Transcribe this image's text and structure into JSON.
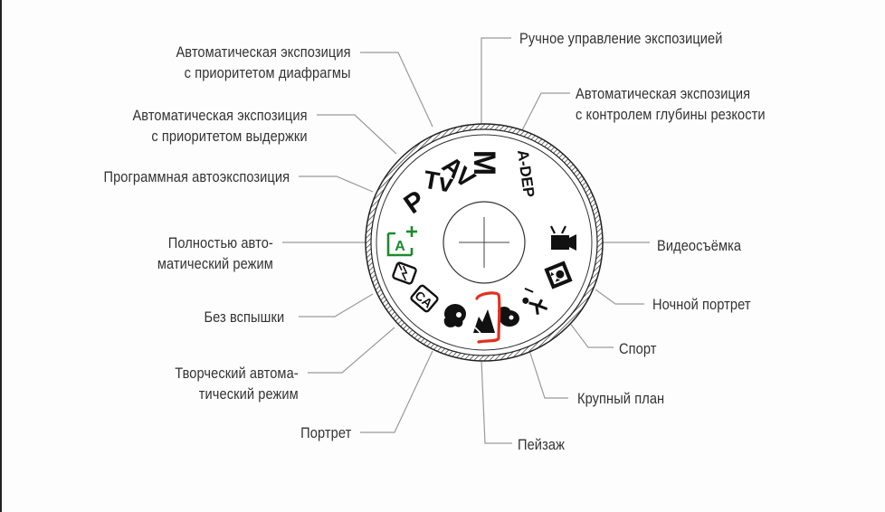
{
  "diagram": {
    "title": "Camera mode dial",
    "accent_colors": {
      "auto_mode_green": "#1e8a2e",
      "annotation_red": "#e0321e",
      "text": "#333333",
      "leader_line": "#9a9a9a"
    },
    "dial": {
      "modes": [
        {
          "id": "M",
          "glyph": "M"
        },
        {
          "id": "Av",
          "glyph": "AV"
        },
        {
          "id": "Tv",
          "glyph": "Tv"
        },
        {
          "id": "P",
          "glyph": "P"
        },
        {
          "id": "A-DEP",
          "glyph": "A-DEP"
        },
        {
          "id": "full-auto",
          "glyph": "A+"
        },
        {
          "id": "flash-off",
          "glyph": "flash-off-icon"
        },
        {
          "id": "creative-auto",
          "glyph": "CA"
        },
        {
          "id": "portrait",
          "glyph": "portrait-icon"
        },
        {
          "id": "landscape",
          "glyph": "landscape-icon"
        },
        {
          "id": "close-up",
          "glyph": "flower-icon"
        },
        {
          "id": "sports",
          "glyph": "runner-icon"
        },
        {
          "id": "night-portrait",
          "glyph": "night-portrait-icon"
        },
        {
          "id": "movie",
          "glyph": "video-camera-icon"
        }
      ]
    },
    "labels_left": [
      {
        "id": "av",
        "lines": [
          "Автоматическая экспозиция",
          "с приоритетом диафрагмы"
        ]
      },
      {
        "id": "tv",
        "lines": [
          "Автоматическая экспозиция",
          "с приоритетом выдержки"
        ]
      },
      {
        "id": "p",
        "lines": [
          "Программная автоэкспозиция"
        ]
      },
      {
        "id": "full-auto",
        "lines": [
          "Полностью авто-",
          "матический режим"
        ]
      },
      {
        "id": "flash-off",
        "lines": [
          "Без вспышки"
        ]
      },
      {
        "id": "creative-auto",
        "lines": [
          "Творческий автома-",
          "тический режим"
        ]
      },
      {
        "id": "portrait",
        "lines": [
          "Портрет"
        ]
      }
    ],
    "labels_right": [
      {
        "id": "m",
        "lines": [
          "Ручное управление экспозицией"
        ]
      },
      {
        "id": "a-dep",
        "lines": [
          "Автоматическая экспозиция",
          "с контролем глубины резкости"
        ]
      },
      {
        "id": "movie",
        "lines": [
          "Видеосъёмка"
        ]
      },
      {
        "id": "night-portrait",
        "lines": [
          "Ночной портрет"
        ]
      },
      {
        "id": "sports",
        "lines": [
          "Спорт"
        ]
      },
      {
        "id": "close-up",
        "lines": [
          "Крупный план"
        ]
      },
      {
        "id": "landscape",
        "lines": [
          "Пейзаж"
        ]
      }
    ],
    "annotation": {
      "type": "red-bracket-mark",
      "target": "landscape"
    }
  }
}
